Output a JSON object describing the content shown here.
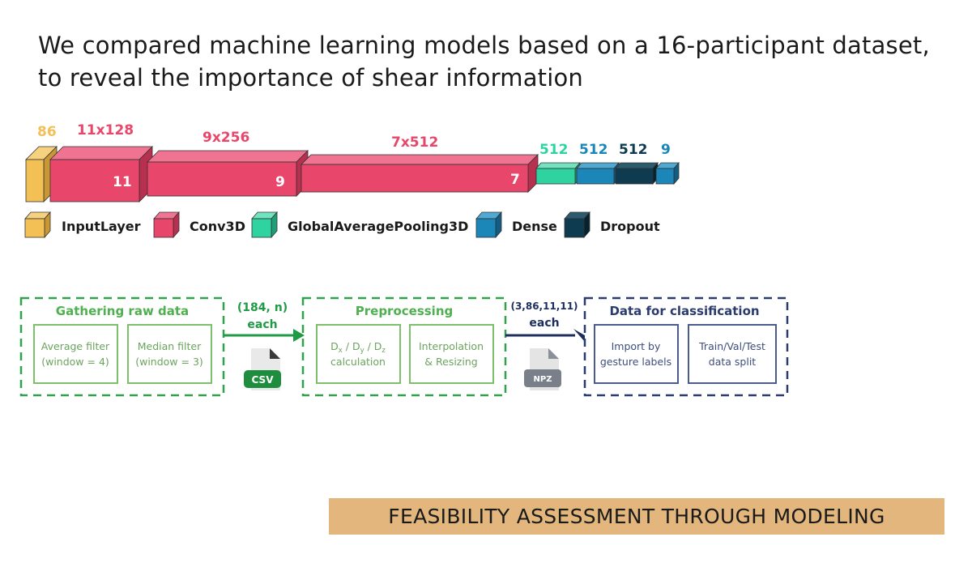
{
  "headline": {
    "line1": "We compared machine learning models based on a 16-participant dataset,",
    "line2": "to reveal the importance of shear information"
  },
  "network": {
    "layers": [
      {
        "size_label": "86",
        "inner_label": "",
        "type": "InputLayer"
      },
      {
        "size_label": "11x128",
        "inner_label": "11",
        "type": "Conv3D"
      },
      {
        "size_label": "9x256",
        "inner_label": "9",
        "type": "Conv3D"
      },
      {
        "size_label": "7x512",
        "inner_label": "7",
        "type": "Conv3D"
      },
      {
        "size_label": "512",
        "inner_label": "",
        "type": "GlobalAveragePooling3D"
      },
      {
        "size_label": "512",
        "inner_label": "",
        "type": "Dense"
      },
      {
        "size_label": "512",
        "inner_label": "",
        "type": "Dropout"
      },
      {
        "size_label": "9",
        "inner_label": "",
        "type": "Dense"
      }
    ],
    "legend": [
      {
        "label": "InputLayer",
        "color": "#f2c055"
      },
      {
        "label": "Conv3D",
        "color": "#e8466a"
      },
      {
        "label": "GlobalAveragePooling3D",
        "color": "#2ed3a0"
      },
      {
        "label": "Dense",
        "color": "#1b86b8"
      },
      {
        "label": "Dropout",
        "color": "#0e3b4f"
      }
    ]
  },
  "pipeline": {
    "stage1": {
      "title": "Gathering raw data",
      "box1": [
        "Average filter",
        "(window = 4)"
      ],
      "box2": [
        "Median filter",
        "(window  = 3)"
      ],
      "color": "#2fa24b"
    },
    "arrow1": {
      "line1": "(184, n)",
      "line2": "each",
      "file_label": "CSV",
      "color": "#1f9a45"
    },
    "stage2": {
      "title": "Preprocessing",
      "box1_l1_parts": [
        "D",
        "x",
        " / D",
        "y",
        " / D",
        "z"
      ],
      "box1_l2": "calculation",
      "box2": [
        "Interpolation",
        "& Resizing"
      ],
      "color": "#2fa24b"
    },
    "arrow2": {
      "line1": "(3,86,11,11)",
      "line2": "each",
      "file_label": "NPZ",
      "color": "#1d2e5e"
    },
    "stage3": {
      "title": "Data for classification",
      "box1": [
        "Import by",
        "gesture labels"
      ],
      "box2": [
        "Train/Val/Test",
        "data split"
      ],
      "color": "#2a3b6e"
    }
  },
  "footer": {
    "banner_text": "FEASIBILITY ASSESSMENT THROUGH MODELING",
    "color": "#e2b67c"
  }
}
